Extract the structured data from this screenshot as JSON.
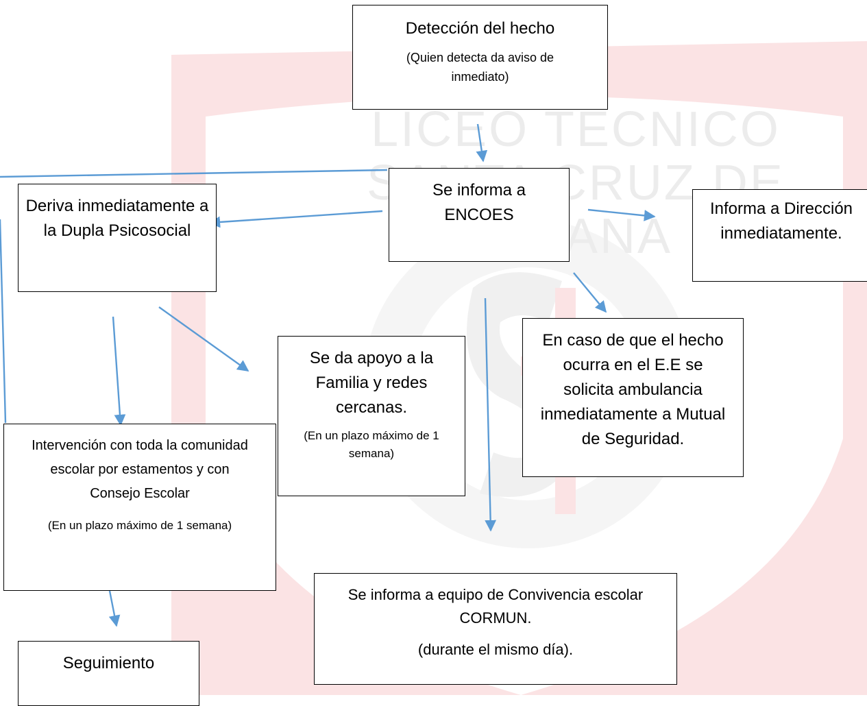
{
  "watermark": {
    "line1": "LICEO TECNICO",
    "line2": "SANTA CRUZ DE TRIANA",
    "accent": "#d9252e"
  },
  "nodes": {
    "deteccion": {
      "title": "Detección del hecho",
      "note": "(Quien detecta da aviso de inmediato)"
    },
    "encoes": {
      "title": "Se informa a ENCOES"
    },
    "dupla": {
      "title": "Deriva inmediatamente a la Dupla Psicosocial"
    },
    "direccion": {
      "title": "Informa a Dirección inmediatamente."
    },
    "ambulancia": {
      "title": "En caso de que el hecho ocurra en el E.E se solicita ambulancia inmediatamente a Mutual de Seguridad."
    },
    "familia": {
      "title": "Se da apoyo a la Familia y redes cercanas.",
      "note": "(En un plazo máximo de 1 semana)"
    },
    "intervencion": {
      "title": "Intervención con toda la comunidad escolar por estamentos y con Consejo Escolar",
      "note": "(En un plazo máximo de 1 semana)"
    },
    "cormun": {
      "title": "Se informa a equipo de Convivencia escolar CORMUN.",
      "note": "(durante el mismo día)."
    },
    "seguimiento": {
      "title": "Seguimiento"
    }
  },
  "colors": {
    "arrow": "#5b9bd5",
    "border": "#000000"
  }
}
